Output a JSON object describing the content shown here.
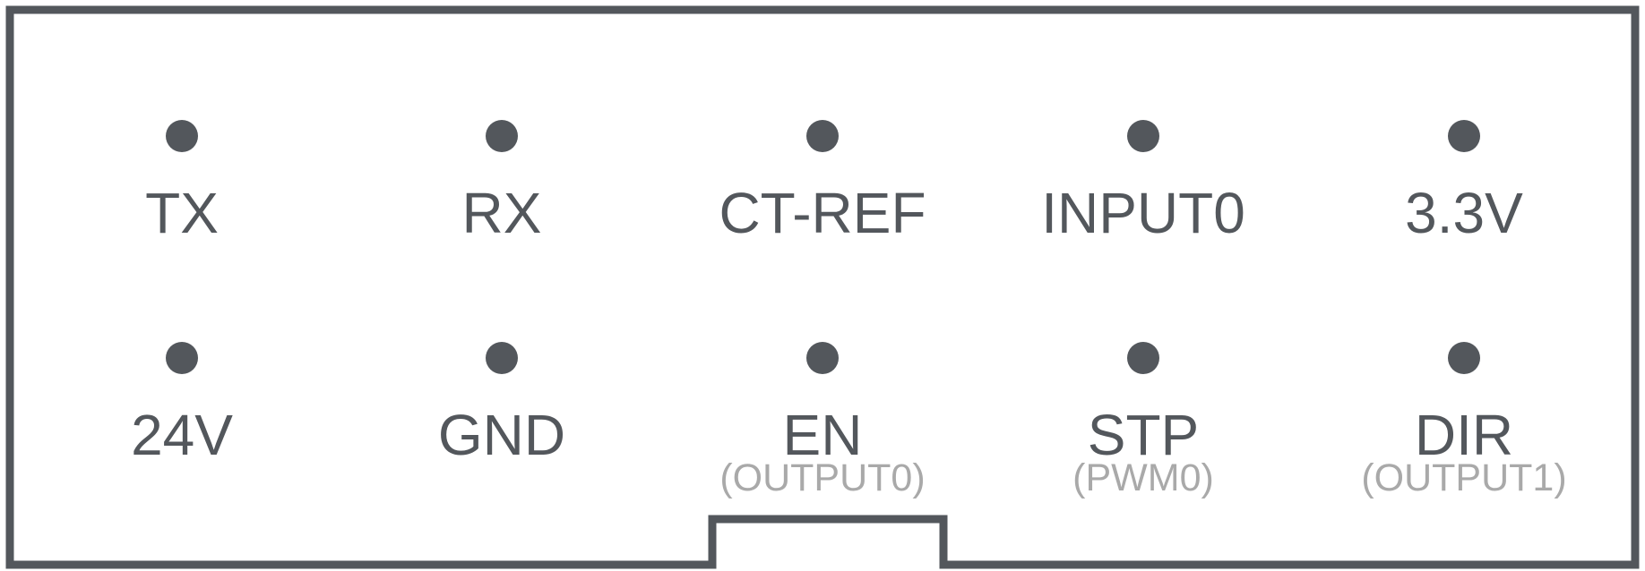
{
  "colors": {
    "outline": "#53575c",
    "label": "#53575c",
    "sublabel": "#a9a9a9",
    "background": "#ffffff"
  },
  "pins": [
    {
      "id": "tx",
      "label": "TX",
      "sublabel": ""
    },
    {
      "id": "rx",
      "label": "RX",
      "sublabel": ""
    },
    {
      "id": "ct-ref",
      "label": "CT-REF",
      "sublabel": ""
    },
    {
      "id": "input0",
      "label": "INPUT0",
      "sublabel": ""
    },
    {
      "id": "3v3",
      "label": "3.3V",
      "sublabel": ""
    },
    {
      "id": "24v",
      "label": "24V",
      "sublabel": ""
    },
    {
      "id": "gnd",
      "label": "GND",
      "sublabel": ""
    },
    {
      "id": "en",
      "label": "EN",
      "sublabel": "(OUTPUT0)"
    },
    {
      "id": "stp",
      "label": "STP",
      "sublabel": "(PWM0)"
    },
    {
      "id": "dir",
      "label": "DIR",
      "sublabel": "(OUTPUT1)"
    }
  ]
}
